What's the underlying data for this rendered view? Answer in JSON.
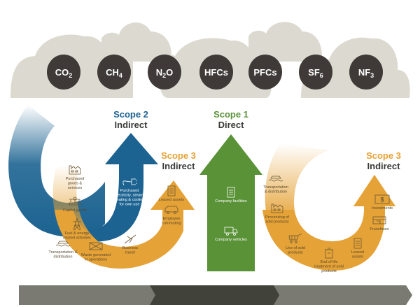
{
  "gases": [
    {
      "base": "CO",
      "sub": "2",
      "after": ""
    },
    {
      "base": "CH",
      "sub": "4",
      "after": ""
    },
    {
      "base": "N",
      "sub": "2",
      "after": "O"
    },
    {
      "base": "HFCs",
      "sub": "",
      "after": ""
    },
    {
      "base": "PFCs",
      "sub": "",
      "after": ""
    },
    {
      "base": "SF",
      "sub": "6",
      "after": ""
    },
    {
      "base": "NF",
      "sub": "3",
      "after": ""
    }
  ],
  "scopes": {
    "scope2": {
      "title": "Scope 2",
      "subtitle": "Indirect",
      "color": "#1c6391"
    },
    "scope1": {
      "title": "Scope 1",
      "subtitle": "Direct",
      "color": "#5a9238"
    },
    "scope3_upstream": {
      "title": "Scope 3",
      "subtitle": "Indirect",
      "color": "#e5a236"
    },
    "scope3_downstream": {
      "title": "Scope 3",
      "subtitle": "Indirect",
      "color": "#e5a236"
    }
  },
  "scope2_items": [
    {
      "icon": "plug-icon",
      "lines": [
        "Purchased",
        "electricity, steam,",
        "heating & cooling",
        "for own use"
      ]
    }
  ],
  "scope1_items": [
    {
      "icon": "building-icon",
      "lines": [
        "Company facilities"
      ]
    },
    {
      "icon": "truck-icon",
      "lines": [
        "Company vehicles"
      ]
    }
  ],
  "upstream_items": [
    {
      "icon": "factory-icon",
      "lines": [
        "Purchased",
        "goods &",
        "services"
      ]
    },
    {
      "icon": "machinery-icon",
      "lines": [
        "Capital goods"
      ]
    },
    {
      "icon": "power-tower-icon",
      "lines": [
        "Fuel & energy",
        "related activities"
      ]
    },
    {
      "icon": "ship-icon",
      "lines": [
        "Transportation &",
        "distribution"
      ]
    },
    {
      "icon": "waste-icon",
      "lines": [
        "Waste generated",
        "in operations"
      ]
    },
    {
      "icon": "airplane-icon",
      "lines": [
        "Business",
        "travel"
      ]
    },
    {
      "icon": "car-icon",
      "lines": [
        "Employee",
        "commuting"
      ]
    },
    {
      "icon": "building-icon",
      "lines": [
        "Leased assets"
      ]
    }
  ],
  "downstream_items": [
    {
      "icon": "ship-icon",
      "lines": [
        "Transportation",
        "& distribution"
      ]
    },
    {
      "icon": "factory-icon",
      "lines": [
        "Processing of",
        "sold products"
      ]
    },
    {
      "icon": "cart-icon",
      "lines": [
        "Use of sold",
        "products"
      ]
    },
    {
      "icon": "trash-icon",
      "lines": [
        "End of life",
        "treatment of sold",
        "products"
      ]
    },
    {
      "icon": "building-icon",
      "lines": [
        "Leased",
        "assets"
      ]
    },
    {
      "icon": "storefront-icon",
      "lines": [
        "Franchises"
      ]
    },
    {
      "icon": "dollar-icon",
      "lines": [
        "Investments"
      ]
    }
  ],
  "value_chain_bar": {
    "segments": [
      "upstream",
      "reporting-company",
      "downstream"
    ],
    "colors": [
      "#7a7972",
      "#41423a",
      "#7a7972"
    ]
  }
}
